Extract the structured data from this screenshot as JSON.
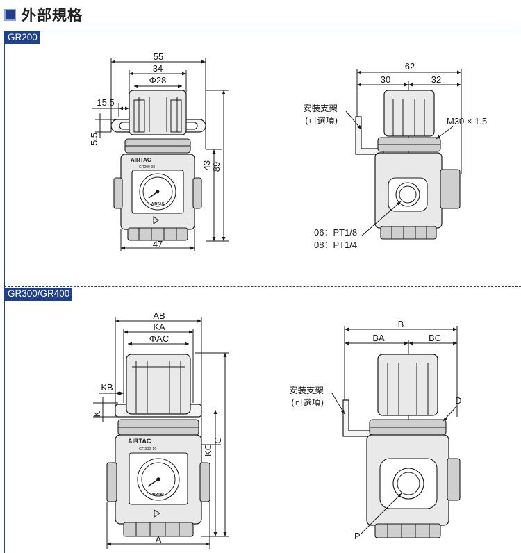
{
  "header": {
    "title": "外部規格"
  },
  "sections": [
    {
      "tag": "GR200"
    },
    {
      "tag": "GR300/GR400"
    }
  ],
  "gr200": {
    "front": {
      "dims": {
        "width_outer": "55",
        "width_bracket": "34",
        "dia": "Φ28",
        "slot_offset": "15.5",
        "slot_height": "5.5",
        "h_mid": "43",
        "h_total": "89",
        "width_body": "47"
      },
      "brand": "AIRTAC",
      "model_plate": "GR200-08",
      "gauge_brand": "AIRTAC"
    },
    "side": {
      "dims": {
        "total": "62",
        "left": "30",
        "right": "32"
      },
      "bracket_label_1": "安裝支架",
      "bracket_label_2": "(可選項)",
      "thread_label": "M30 × 1.5",
      "port_label_1": "06：PT1/8",
      "port_label_2": "08：PT1/4"
    }
  },
  "gr300": {
    "front": {
      "dims": {
        "AB": "AB",
        "KA": "KA",
        "AC": "ΦAC",
        "KB": "KB",
        "K": "K",
        "KC": "KC",
        "C": "C",
        "A": "A"
      },
      "brand": "AIRTAC",
      "model_plate": "GR300-10",
      "gauge_brand": "AIRTAC"
    },
    "side": {
      "dims": {
        "B": "B",
        "BA": "BA",
        "BC": "BC"
      },
      "bracket_label_1": "安裝支架",
      "bracket_label_2": "(可選項)",
      "D": "D",
      "P": "P"
    }
  }
}
